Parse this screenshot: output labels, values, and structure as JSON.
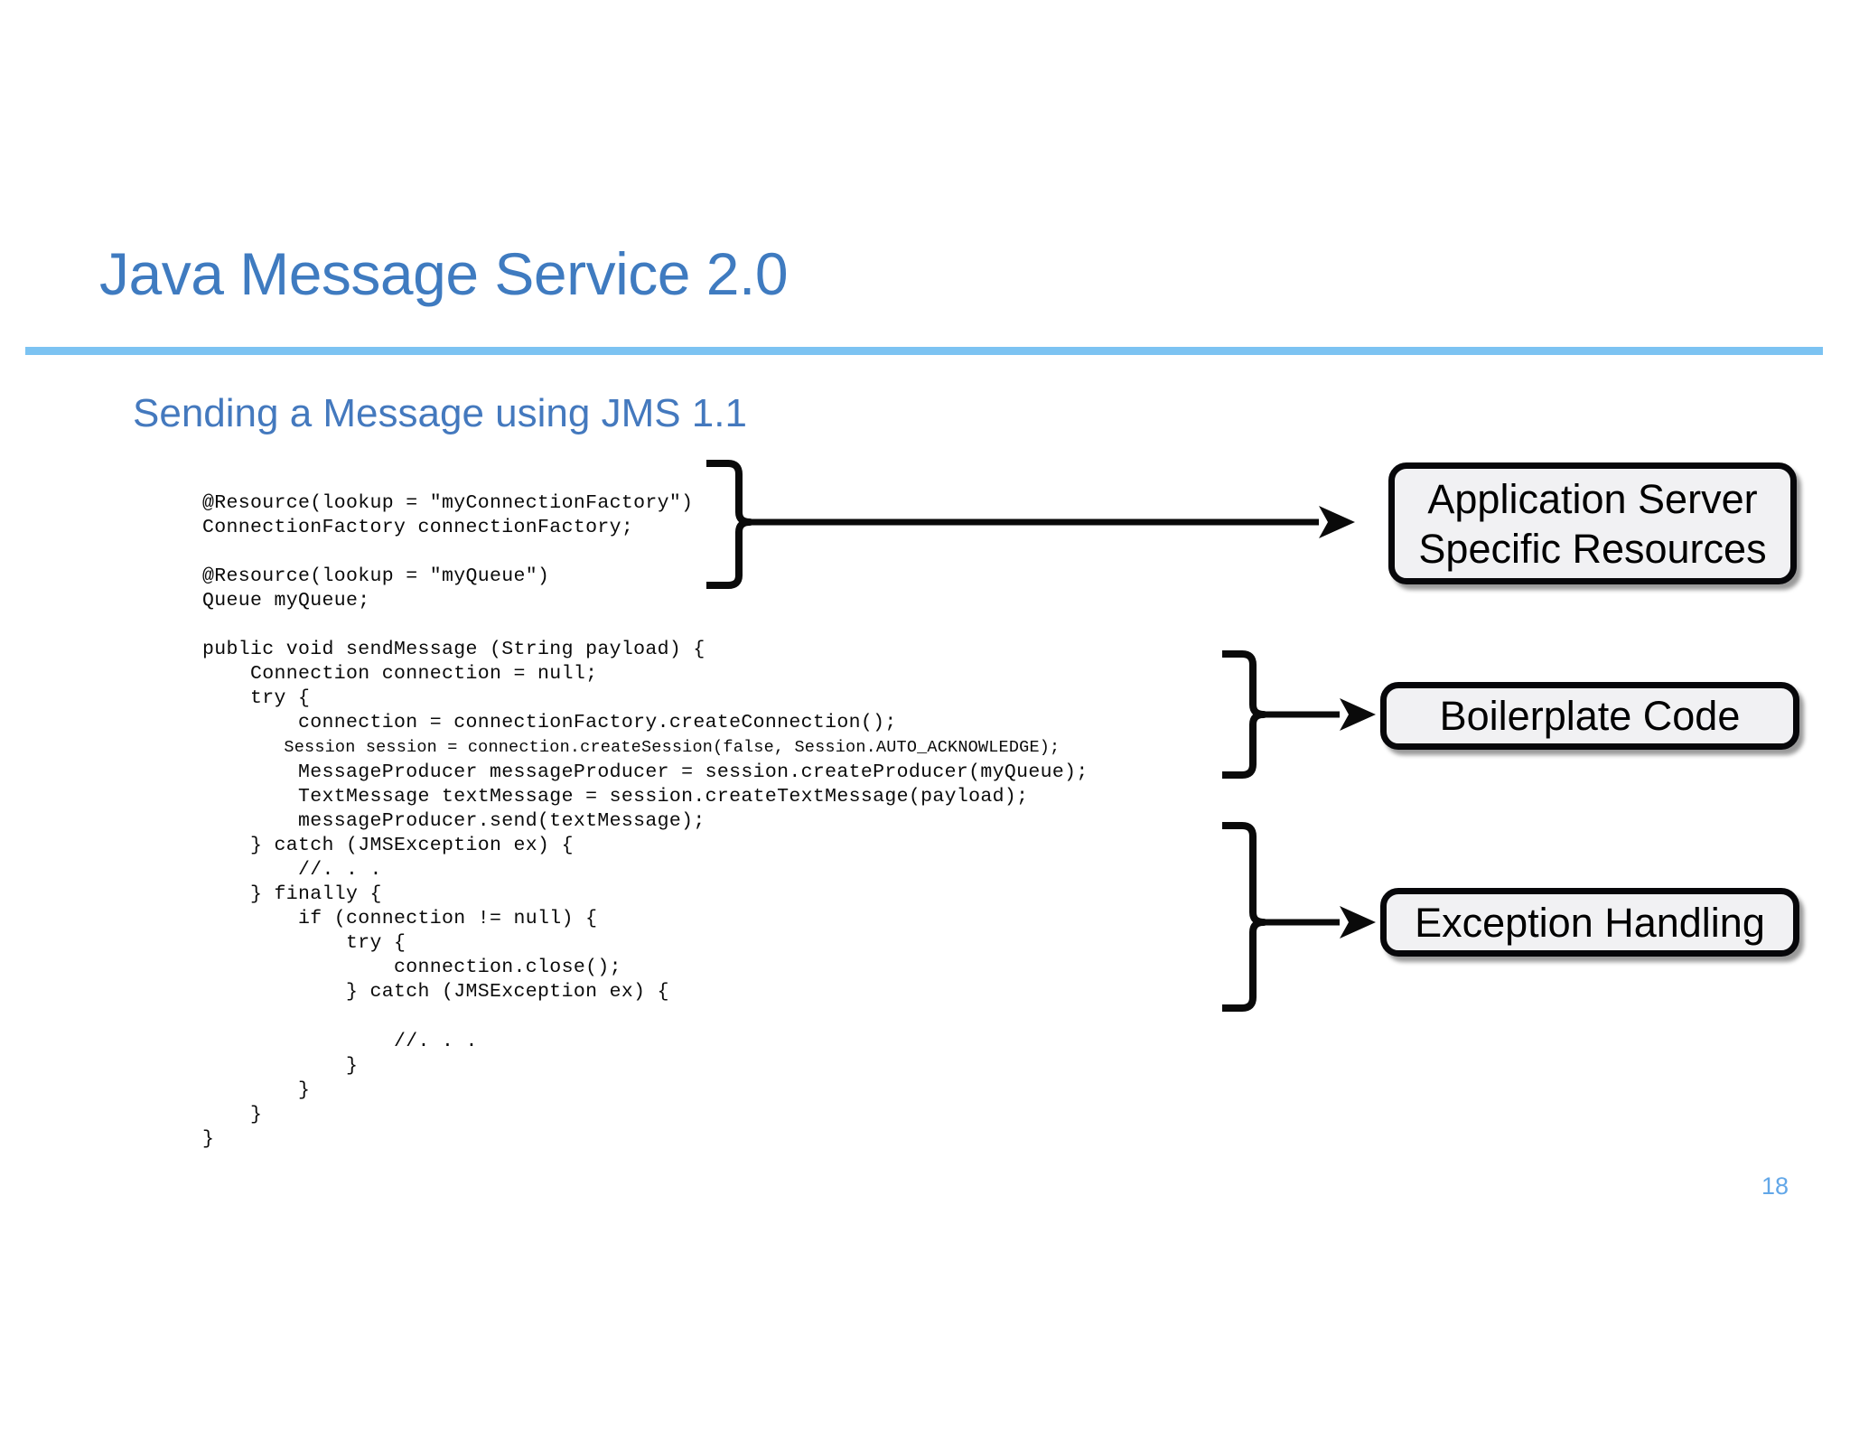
{
  "slide": {
    "title": "Java Message Service 2.0",
    "subtitle": "Sending a Message using JMS 1.1",
    "page_number": "18",
    "accent_color": "#3F7BC0",
    "rule_color": "#7CC3F2",
    "page_number_color": "#62A7E8",
    "background_color": "#FFFFFF"
  },
  "code": {
    "language": "java",
    "lines": [
      "@Resource(lookup = \"myConnectionFactory\")",
      "ConnectionFactory connectionFactory;",
      "",
      "@Resource(lookup = \"myQueue\")",
      "Queue myQueue;",
      "",
      "public void sendMessage (String payload) {",
      "    Connection connection = null;",
      "    try {",
      "        connection = connectionFactory.createConnection();",
      "        Session session = connection.createSession(false, Session.AUTO_ACKNOWLEDGE);",
      "        MessageProducer messageProducer = session.createProducer(myQueue);",
      "        TextMessage textMessage = session.createTextMessage(payload);",
      "        messageProducer.send(textMessage);",
      "    } catch (JMSException ex) {",
      "        //. . .",
      "    } finally {",
      "        if (connection != null) {",
      "            try {",
      "                connection.close();",
      "            } catch (JMSException ex) {",
      "",
      "                //. . .",
      "            }",
      "        }",
      "    }",
      "}"
    ]
  },
  "callouts": [
    {
      "id": "app-server",
      "label": "Application Server Specific Resources",
      "line1": "Application Server",
      "line2": "Specific Resources",
      "fill_color": "#F1F1F3",
      "border_color": "#07070A"
    },
    {
      "id": "boilerplate",
      "label": "Boilerplate Code",
      "line1": "Boilerplate Code",
      "line2": "",
      "fill_color": "#F1F1F3",
      "border_color": "#07070A"
    },
    {
      "id": "exception",
      "label": "Exception Handling",
      "line1": "Exception Handling",
      "line2": "",
      "fill_color": "#F1F1F3",
      "border_color": "#07070A"
    }
  ],
  "connectors": [
    {
      "id": "connector-app-server",
      "from": "code-resource-declarations",
      "to": "callout-app-server",
      "style": "brace-arrow"
    },
    {
      "id": "connector-boilerplate",
      "from": "code-try-body",
      "to": "callout-boilerplate",
      "style": "brace-arrow"
    },
    {
      "id": "connector-exception",
      "from": "code-catch-finally",
      "to": "callout-exception",
      "style": "brace-arrow"
    }
  ]
}
